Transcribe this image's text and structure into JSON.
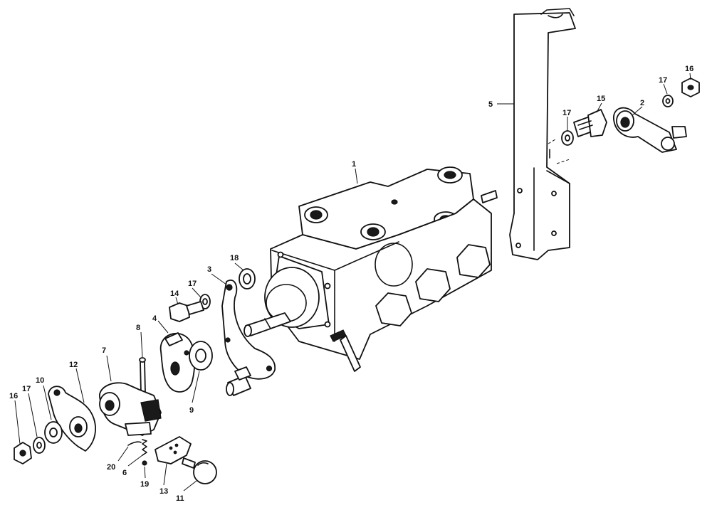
{
  "callouts": {
    "c1": "1",
    "c2": "2",
    "c3": "3",
    "c4": "4",
    "c5": "5",
    "c6": "6",
    "c7": "7",
    "c8": "8",
    "c9": "9",
    "c10": "10",
    "c11": "11",
    "c12": "12",
    "c13": "13",
    "c14": "14",
    "c15": "15",
    "c16_left": "16",
    "c16_right": "16",
    "c17_left": "17",
    "c17_mid": "17",
    "c17_upper": "17",
    "c17_right": "17",
    "c18": "18",
    "c19": "19",
    "c20": "20"
  }
}
